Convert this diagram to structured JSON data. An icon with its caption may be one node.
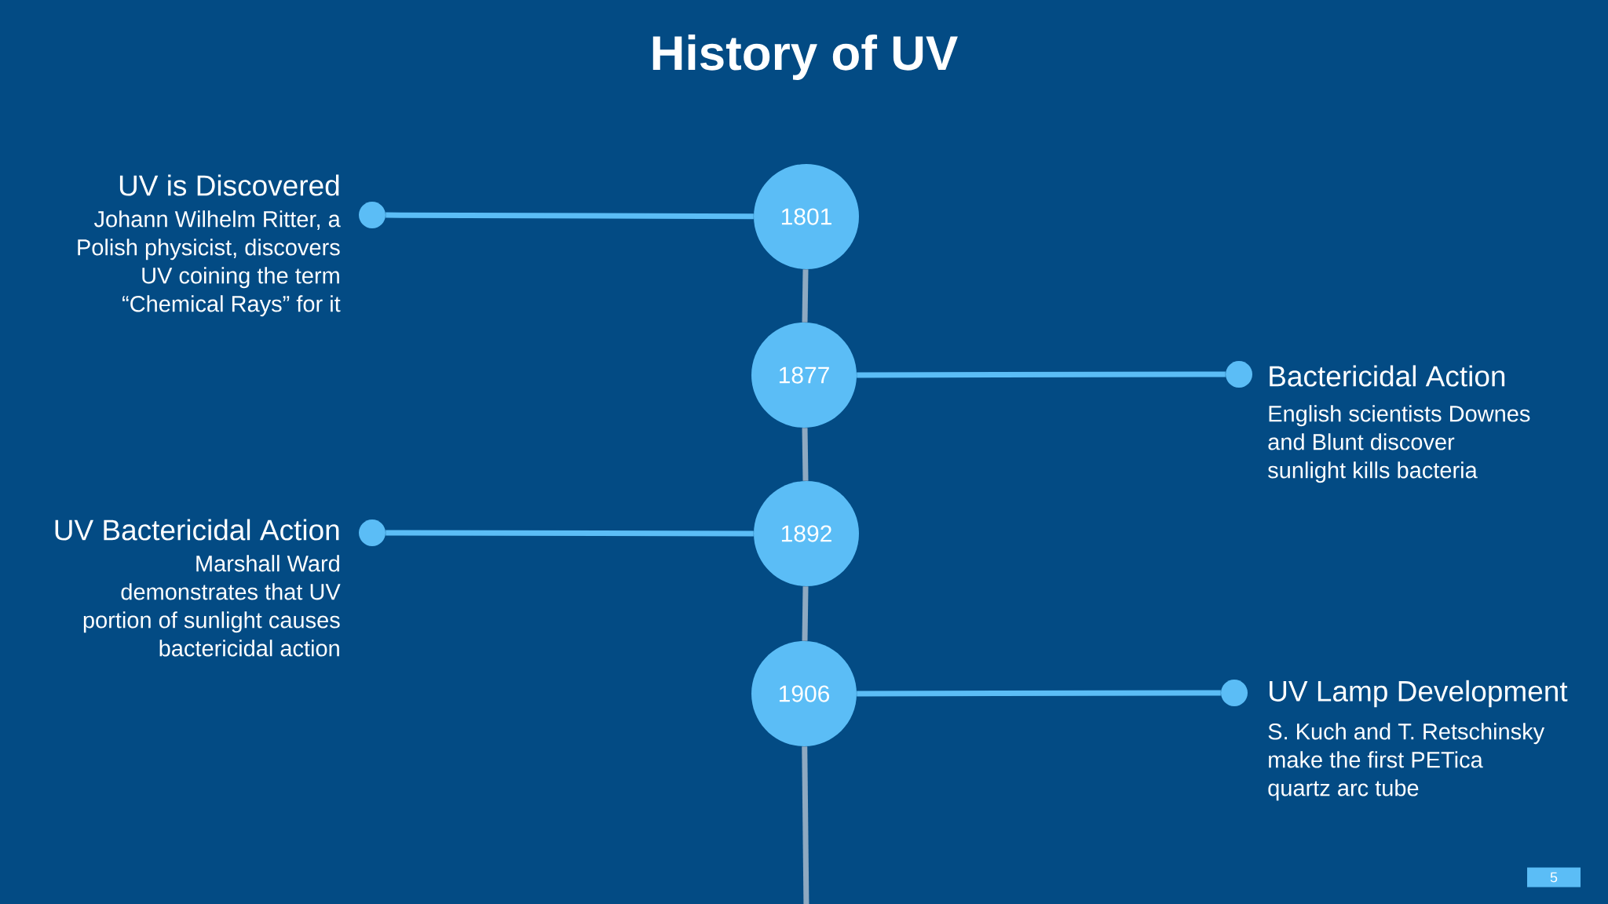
{
  "diagram": {
    "title": "History of UV",
    "nodes": [
      {
        "text": [
          "UV is Discovered",
          "Johann Wilhelm Ritter, a Polish physicist, discovers UV coining the term “Chemical Rays” for it"
        ]
      },
      {
        "text": [
          "1801"
        ]
      },
      {
        "text": [
          "1877"
        ]
      },
      {
        "text": [
          "Bactericidal Action",
          "English scientists Downes and Blunt discover sunlight kills bacteria"
        ]
      },
      {
        "text": [
          "UV Bactericidal Action",
          "Marshall Ward demonstrates that UV portion of sunlight causes bactericidal action"
        ]
      },
      {
        "text": [
          "1892"
        ]
      },
      {
        "text": [
          "1906"
        ]
      },
      {
        "text": [
          "UV Lamp Development",
          "S. Kuch and T. Retschinsky make the first PETica quartz arc tube"
        ]
      }
    ],
    "edges": [
      {
        "from": 1,
        "to": 0,
        "arrow": "none"
      },
      {
        "from": 2,
        "to": 3,
        "arrow": "none"
      },
      {
        "from": 5,
        "to": 4,
        "arrow": "none"
      },
      {
        "from": 6,
        "to": 7,
        "arrow": "none"
      },
      {
        "from": 1,
        "to": 2,
        "arrow": "none",
        "color": "#8ea9c1"
      },
      {
        "from": 2,
        "to": 5,
        "arrow": "none",
        "color": "#8ea9c1"
      },
      {
        "from": 5,
        "to": 6,
        "arrow": "none",
        "color": "#8ea9c1"
      },
      {
        "from": 6,
        "to": null,
        "arrow": "none",
        "color": "#8ea9c1"
      }
    ],
    "labels": [
      "5"
    ]
  }
}
